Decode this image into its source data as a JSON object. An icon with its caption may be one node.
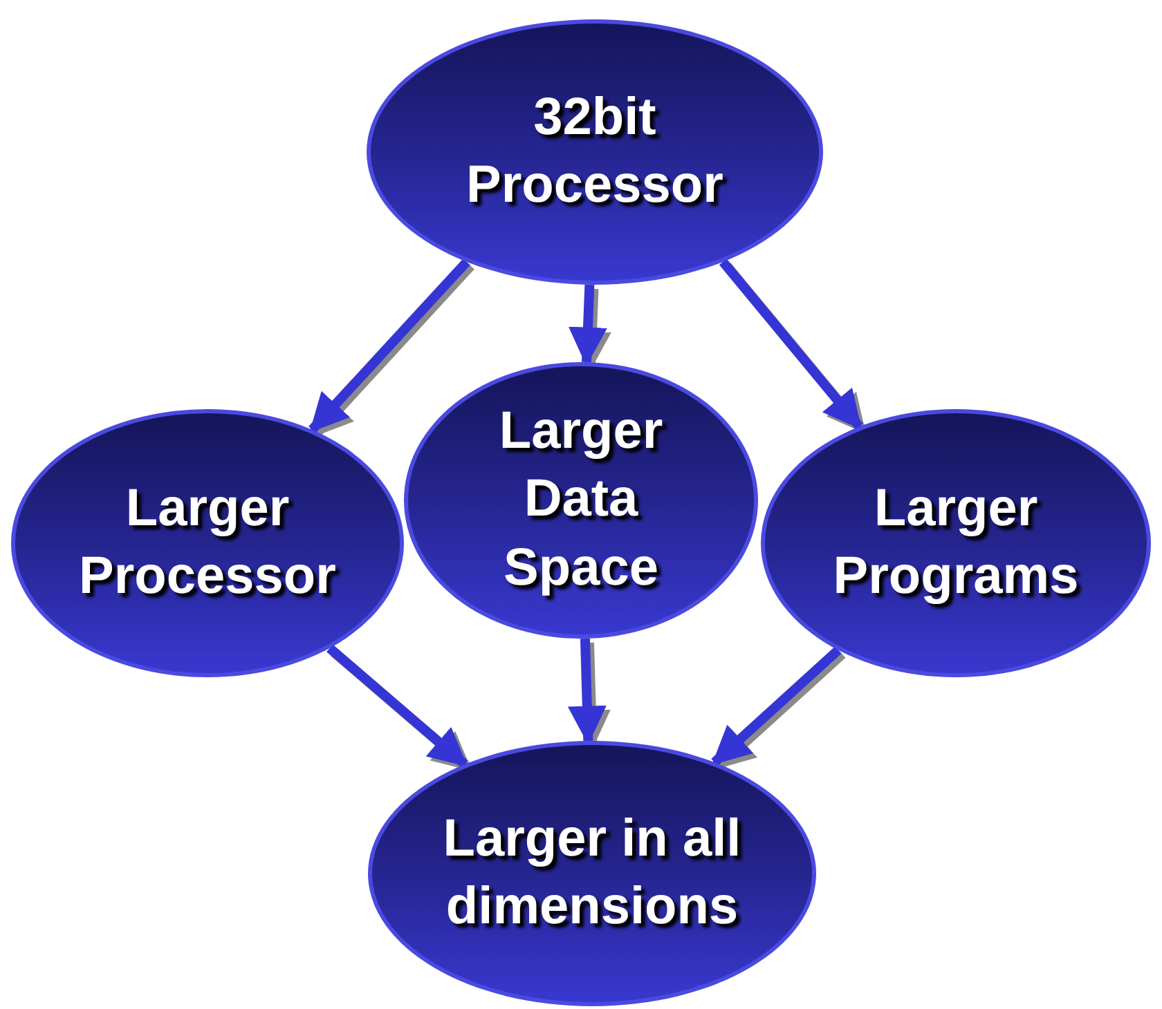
{
  "diagram": {
    "nodes": [
      {
        "text": [
          "32bit Processor"
        ]
      },
      {
        "text": [
          "Larger Processor"
        ]
      },
      {
        "text": [
          "Larger Data Space"
        ]
      },
      {
        "text": [
          "Larger Programs"
        ]
      },
      {
        "text": [
          "Larger in all dimensions"
        ]
      }
    ],
    "edges": [
      {
        "from": 0,
        "to": 1,
        "arrow": "to"
      },
      {
        "from": 0,
        "to": 2,
        "arrow": "to"
      },
      {
        "from": 0,
        "to": 3,
        "arrow": "to"
      },
      {
        "from": 1,
        "to": 4,
        "arrow": "to"
      },
      {
        "from": 2,
        "to": 4,
        "arrow": "to"
      },
      {
        "from": 3,
        "to": 4,
        "arrow": "to"
      }
    ]
  }
}
